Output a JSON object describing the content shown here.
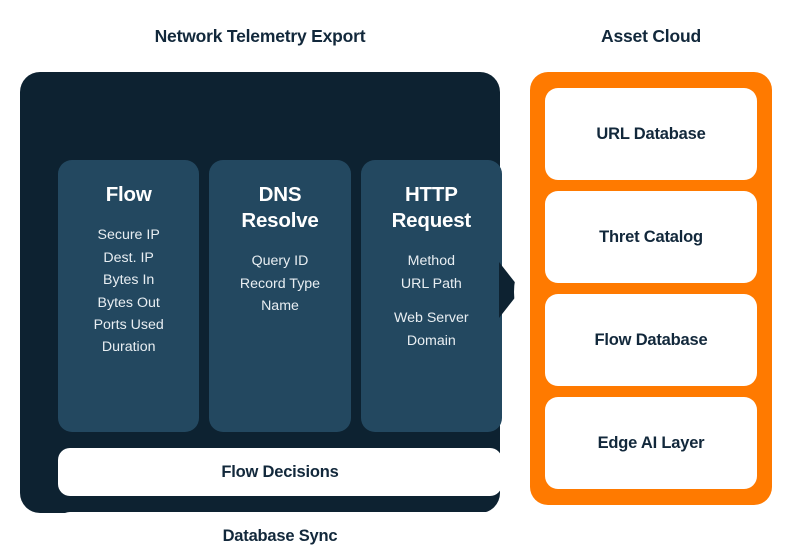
{
  "colors": {
    "background": "#ffffff",
    "panel_dark": "#0d2231",
    "card_dark": "#234860",
    "panel_orange": "#ff7a00",
    "card_white": "#ffffff",
    "text_dark": "#12283b",
    "text_light": "#e8eef2"
  },
  "telemetry": {
    "title": "Network Telemetry Export",
    "cards": [
      {
        "heading": "Flow",
        "fields": [
          "Secure IP",
          "Dest. IP",
          "Bytes In",
          "Bytes Out",
          "Ports Used",
          "Duration"
        ]
      },
      {
        "heading": "DNS Resolve",
        "heading_line1": "DNS",
        "heading_line2": "Resolve",
        "fields": [
          "Query ID",
          "Record Type",
          "Name"
        ]
      },
      {
        "heading": "HTTP Request",
        "heading_line1": "HTTP",
        "heading_line2": "Request",
        "fields": [
          "Method",
          "URL Path",
          "Web Server",
          "Domain"
        ]
      }
    ],
    "bars": [
      "Flow Decisions",
      "Database Sync"
    ]
  },
  "asset_cloud": {
    "title": "Asset Cloud",
    "cards": [
      "URL Database",
      "Thret Catalog",
      "Flow Database",
      "Edge AI Layer"
    ]
  }
}
